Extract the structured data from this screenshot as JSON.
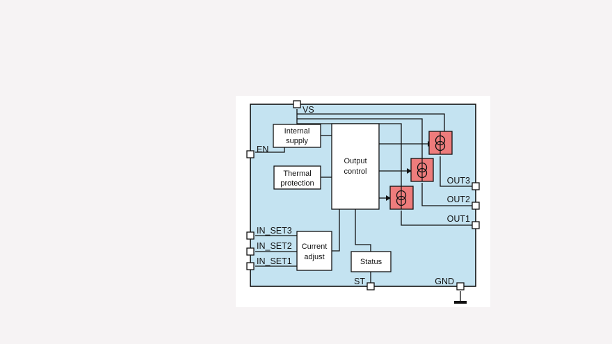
{
  "colors": {
    "chip_fill": "#c4e3f1",
    "source_fill": "#ee7c7c",
    "page_background": "#f6f3f4",
    "card_background": "#ffffff"
  },
  "pins": {
    "vs": "VS",
    "en": "EN",
    "in_set3": "IN_SET3",
    "in_set2": "IN_SET2",
    "in_set1": "IN_SET1",
    "out3": "OUT3",
    "out2": "OUT2",
    "out1": "OUT1",
    "st": "ST",
    "gnd": "GND"
  },
  "blocks": {
    "internal_supply": [
      "Internal",
      "supply"
    ],
    "thermal_protection": [
      "Thermal",
      "protection"
    ],
    "output_control": [
      "Output",
      "control"
    ],
    "current_adjust": [
      "Current",
      "adjust"
    ],
    "status": "Status"
  },
  "icons": {
    "current_source": "current-source-symbol",
    "ground": "ground-symbol"
  }
}
